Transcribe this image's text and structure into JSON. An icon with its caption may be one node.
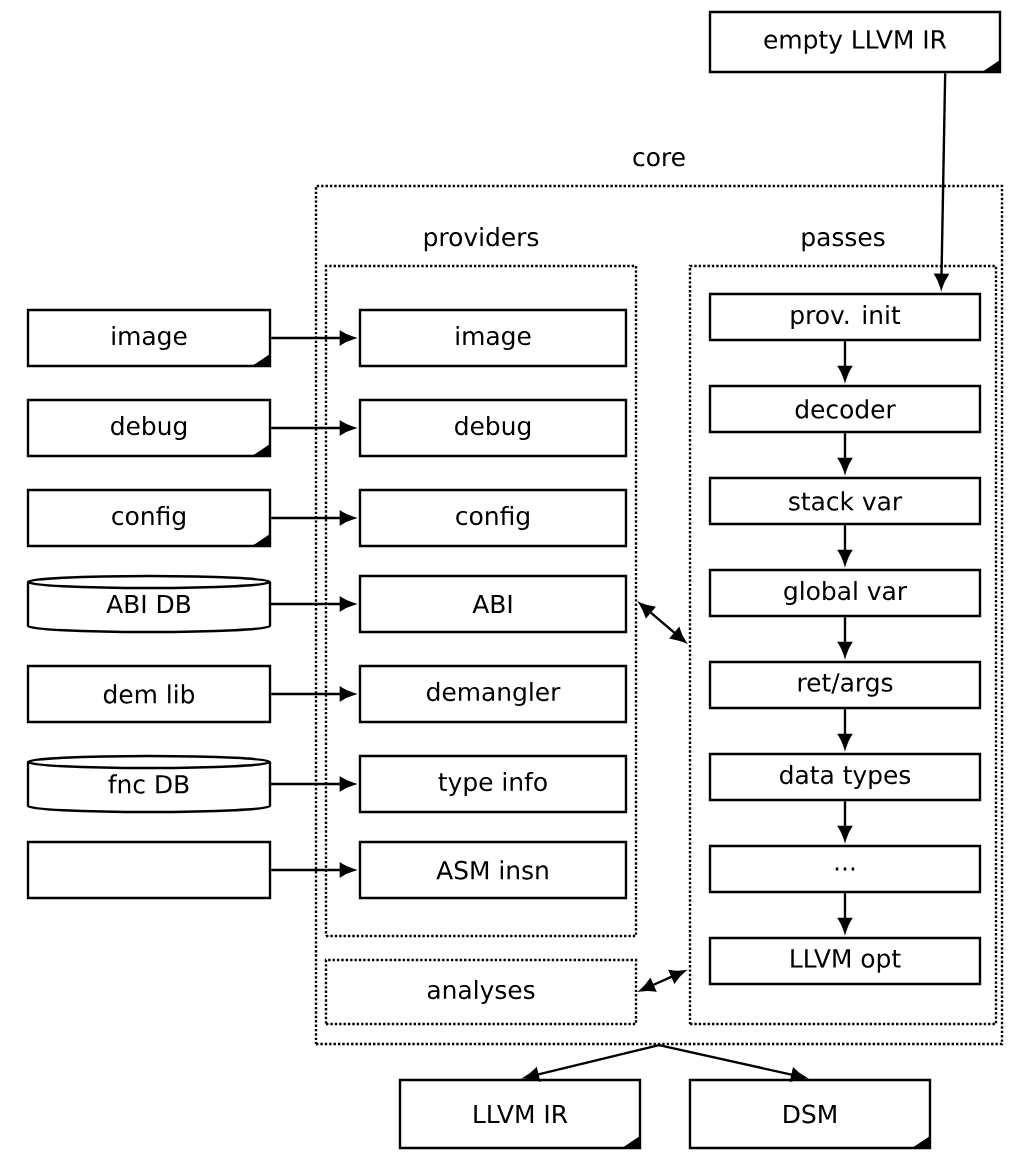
{
  "diagram": {
    "nodes": [
      {
        "text": [
          "core"
        ]
      },
      {
        "text": [
          "providers"
        ],
        "in": 0
      },
      {
        "text": [
          "image"
        ],
        "in": 1
      },
      {
        "text": [
          "debug"
        ],
        "in": 1
      },
      {
        "text": [
          "config"
        ],
        "in": 1
      },
      {
        "text": [
          "ABI"
        ],
        "in": 1
      },
      {
        "text": [
          "demangler"
        ],
        "in": 1
      },
      {
        "text": [
          "type info"
        ],
        "in": 1
      },
      {
        "text": [
          "ASM insn"
        ],
        "in": 1
      },
      {
        "text": [
          "analyses"
        ],
        "in": 0
      },
      {
        "text": [
          "passes"
        ],
        "in": 0
      },
      {
        "text": [
          "prov. init"
        ],
        "in": 10
      },
      {
        "text": [
          "decoder"
        ],
        "in": 10
      },
      {
        "text": [
          "stack var"
        ],
        "in": 10
      },
      {
        "text": [
          "global var"
        ],
        "in": 10
      },
      {
        "text": [
          "ret/args"
        ],
        "in": 10
      },
      {
        "text": [
          "data types"
        ],
        "in": 10
      },
      {
        "text": [
          "..."
        ],
        "in": 10
      },
      {
        "text": [
          "LLVM opt"
        ],
        "in": 10
      },
      {
        "text": [
          "image"
        ]
      },
      {
        "text": [
          "debug"
        ]
      },
      {
        "text": [
          "config"
        ]
      },
      {
        "text": [
          "ABI DB"
        ]
      },
      {
        "text": [
          "dem lib"
        ]
      },
      {
        "text": [
          "fnc DB"
        ]
      },
      {
        "text": [],
        "shape": "box"
      },
      {
        "text": [
          "empty LLVM IR"
        ]
      },
      {
        "text": [
          "LLVM IR"
        ]
      },
      {
        "text": [
          "DSM"
        ]
      }
    ],
    "edges": [
      {
        "from": 19,
        "to": 2,
        "arrow": "to"
      },
      {
        "from": 20,
        "to": 3,
        "arrow": "to"
      },
      {
        "from": 21,
        "to": 4,
        "arrow": "to"
      },
      {
        "from": 22,
        "to": 5,
        "arrow": "to"
      },
      {
        "from": 23,
        "to": 6,
        "arrow": "to"
      },
      {
        "from": 24,
        "to": 7,
        "arrow": "to"
      },
      {
        "from": 25,
        "to": 8,
        "arrow": "to"
      },
      {
        "from": 26,
        "to": 11,
        "arrow": "to"
      },
      {
        "from": 11,
        "to": 12,
        "arrow": "to"
      },
      {
        "from": 12,
        "to": 13,
        "arrow": "to"
      },
      {
        "from": 13,
        "to": 14,
        "arrow": "to"
      },
      {
        "from": 14,
        "to": 15,
        "arrow": "to"
      },
      {
        "from": 15,
        "to": 16,
        "arrow": "to"
      },
      {
        "from": 16,
        "to": 17,
        "arrow": "to"
      },
      {
        "from": 17,
        "to": 18,
        "arrow": "to"
      },
      {
        "from": 1,
        "to": 10,
        "arrow": "both"
      },
      {
        "from": 9,
        "to": 10,
        "arrow": "both"
      },
      {
        "from": 0,
        "to": 27,
        "arrow": "to"
      },
      {
        "from": 0,
        "to": 28,
        "arrow": "to"
      }
    ]
  }
}
